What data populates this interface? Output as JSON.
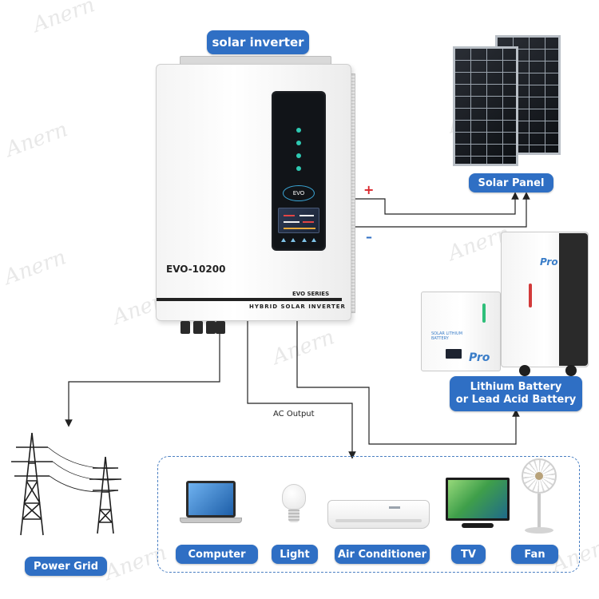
{
  "brand_watermark": "Anern",
  "labels": {
    "solar_inverter": "solar inverter",
    "solar_panel": "Solar Panel",
    "battery_line1": "Lithium Battery",
    "battery_line2": "or Lead Acid Battery",
    "power_grid": "Power Grid",
    "ac_output": "AC Output"
  },
  "polarity": {
    "positive": "+",
    "negative": "–"
  },
  "inverter": {
    "model": "EVO-10200",
    "series": "EVO SERIES",
    "type": "HYBRID SOLAR INVERTER",
    "panel_logo": "EVO"
  },
  "battery": {
    "tag": "Pro",
    "front_text": "SOLAR LITHIUM BATTERY"
  },
  "appliances": [
    {
      "label": "Computer",
      "icon": "laptop-icon"
    },
    {
      "label": "Light",
      "icon": "light-bulb-icon"
    },
    {
      "label": "Air Conditioner",
      "icon": "air-conditioner-icon"
    },
    {
      "label": "TV",
      "icon": "tv-icon"
    },
    {
      "label": "Fan",
      "icon": "fan-icon"
    }
  ],
  "colors": {
    "label_blue": "#2f6fc4",
    "positive_red": "#d9262c",
    "negative_blue": "#2f6fc4"
  }
}
